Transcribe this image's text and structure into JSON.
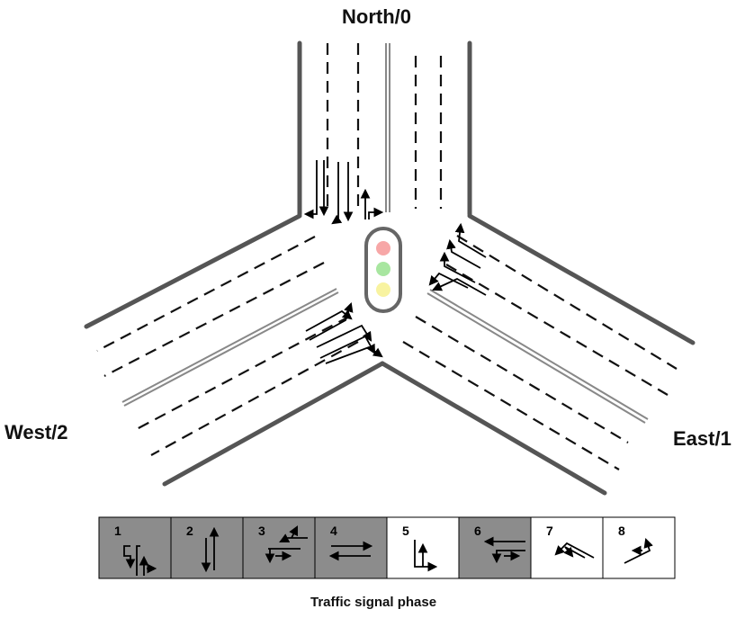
{
  "labels": {
    "north": "North/0",
    "east": "East/1",
    "west": "West/2"
  },
  "caption": "Traffic signal phase",
  "signal": {
    "lights": [
      {
        "name": "red",
        "color": "#f7a7a7"
      },
      {
        "name": "green",
        "color": "#a8e6a0"
      },
      {
        "name": "yellow",
        "color": "#f8f3a0"
      }
    ]
  },
  "phases": [
    {
      "number": "1",
      "active": true
    },
    {
      "number": "2",
      "active": true
    },
    {
      "number": "3",
      "active": true
    },
    {
      "number": "4",
      "active": true
    },
    {
      "number": "5",
      "active": false
    },
    {
      "number": "6",
      "active": true
    },
    {
      "number": "7",
      "active": false
    },
    {
      "number": "8",
      "active": false
    }
  ],
  "colors": {
    "phase_active": "#8c8c8c",
    "phase_inactive": "#ffffff"
  }
}
